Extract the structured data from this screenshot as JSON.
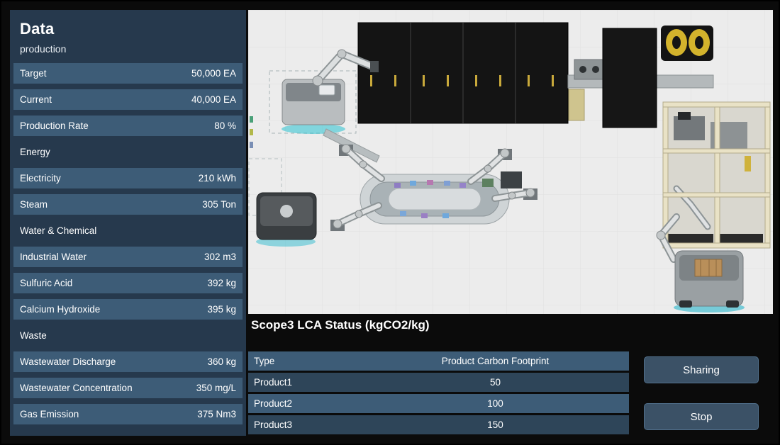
{
  "sidebar": {
    "title": "Data",
    "subtitle": "production",
    "rows": [
      {
        "type": "data",
        "label": "Target",
        "value": "50,000 EA"
      },
      {
        "type": "data",
        "label": "Current",
        "value": "40,000 EA"
      },
      {
        "type": "data",
        "label": "Production Rate",
        "value": "80 %"
      },
      {
        "type": "section",
        "label": "Energy"
      },
      {
        "type": "data",
        "label": "Electricity",
        "value": "210 kWh"
      },
      {
        "type": "data",
        "label": "Steam",
        "value": "305 Ton"
      },
      {
        "type": "section",
        "label": "Water & Chemical"
      },
      {
        "type": "data",
        "label": "Industrial Water",
        "value": "302 m3"
      },
      {
        "type": "data",
        "label": "Sulfuric Acid",
        "value": "392 kg"
      },
      {
        "type": "data",
        "label": "Calcium Hydroxide",
        "value": "395 kg"
      },
      {
        "type": "section",
        "label": "Waste"
      },
      {
        "type": "data",
        "label": "Wastewater Discharge",
        "value": "360 kg"
      },
      {
        "type": "data",
        "label": "Wastewater Concentration",
        "value": "350 mg/L"
      },
      {
        "type": "data",
        "label": "Gas Emission",
        "value": "375 Nm3"
      }
    ]
  },
  "lca": {
    "title": "Scope3 LCA Status (kgCO2/kg)",
    "headers": [
      "Type",
      "Product Carbon Footprint"
    ],
    "rows": [
      {
        "type": "Product1",
        "value": "50"
      },
      {
        "type": "Product2",
        "value": "100"
      },
      {
        "type": "Product3",
        "value": "150"
      }
    ]
  },
  "buttons": {
    "sharing": "Sharing",
    "stop": "Stop"
  },
  "colors": {
    "frame_bg": "#0b0b0b",
    "panel_bg": "#26394d",
    "row_bar": "#3d5c77",
    "row_alt": "#2e4559",
    "button_bg": "#3b5166",
    "viewport_bg": "#ececec",
    "agv_glow": "#00bacd",
    "handle_yellow": "#c9a93b"
  }
}
